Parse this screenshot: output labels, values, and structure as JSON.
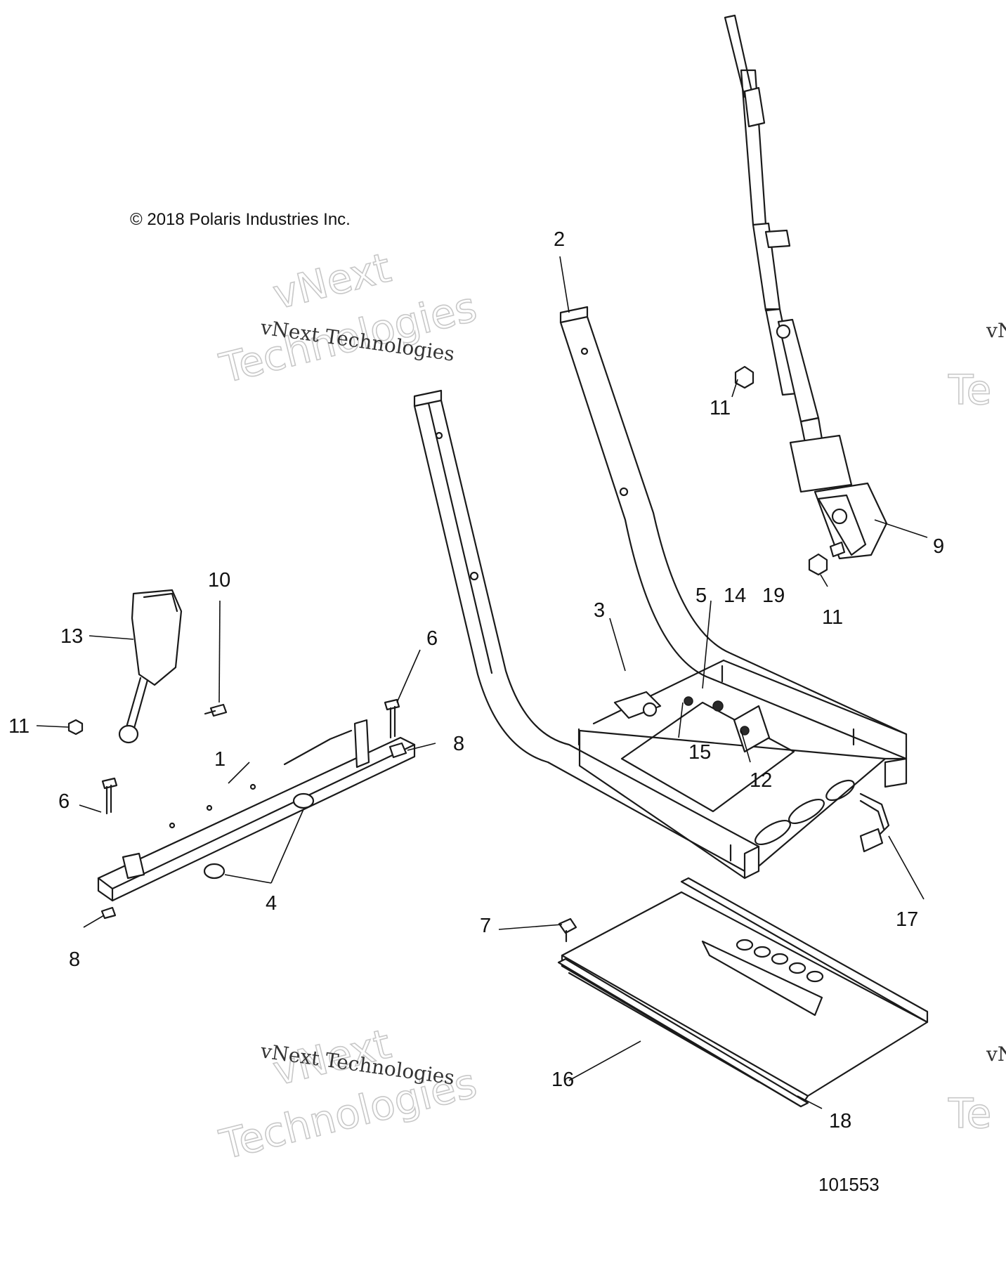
{
  "copyright": "© 2018 Polaris Industries Inc.",
  "figure_number": "101553",
  "watermark": {
    "line1": "vNext Technologies",
    "big_word1": "vNext",
    "big_word2": "Technologies",
    "edge_fragment1": "vN",
    "edge_fragment2": "Te"
  },
  "callouts": {
    "c1": "1",
    "c2": "2",
    "c3": "3",
    "c4": "4",
    "c5": "5",
    "c6a": "6",
    "c6b": "6",
    "c7": "7",
    "c8a": "8",
    "c8b": "8",
    "c9": "9",
    "c10": "10",
    "c11a": "11",
    "c11b": "11",
    "c11c": "11",
    "c12": "12",
    "c13": "13",
    "c14": "14",
    "c15": "15",
    "c16": "16",
    "c17": "17",
    "c18": "18",
    "c19": "19"
  }
}
